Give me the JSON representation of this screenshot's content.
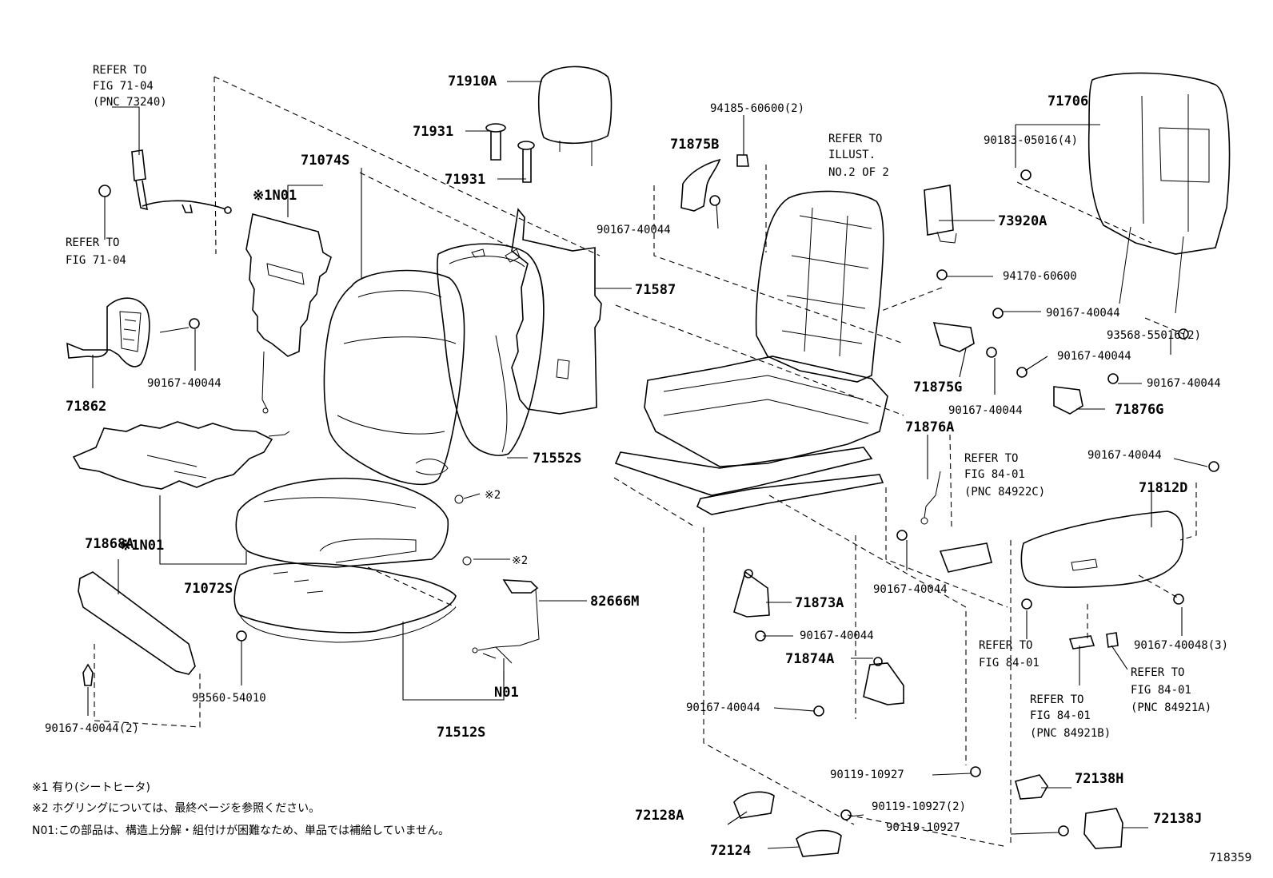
{
  "diagram": {
    "labels": {
      "p71910A": "71910A",
      "p71931a": "71931",
      "p71931b": "71931",
      "p71074S": "71074S",
      "p71587": "71587",
      "p71552S": "71552S",
      "p71862": "71862",
      "p90167_40044_a": "90167-40044",
      "p71868A": "71868A",
      "p71072S": "71072S",
      "p82666M": "82666M",
      "p93560_54010": "93560-54010",
      "p90167_40044_2": "90167-40044(2)",
      "p71512S": "71512S",
      "pN01_harness": "N01",
      "p94185_60600": "94185-60600(2)",
      "p71875B": "71875B",
      "p90167_40044_b": "90167-40044",
      "p71706": "71706",
      "p90183_05016": "90183-05016(4)",
      "p73920A": "73920A",
      "p94170_60600": "94170-60600",
      "p90167_40044_c": "90167-40044",
      "p93568_55016": "93568-55016(2)",
      "p71875G": "71875G",
      "p90167_40044_d": "90167-40044",
      "p90167_40044_e": "90167-40044",
      "p90167_40044_f": "90167-40044",
      "p71876G": "71876G",
      "p71876A": "71876A",
      "p90167_40044_g": "90167-40044",
      "p71812D": "71812D",
      "p90167_40044_h": "90167-40044",
      "p90167_40048": "90167-40048(3)",
      "p71873A": "71873A",
      "p90167_40044_i": "90167-40044",
      "p71874A": "71874A",
      "p90167_40044_j": "90167-40044",
      "p90119_10927_a": "90119-10927",
      "p72138H": "72138H",
      "p72128A": "72128A",
      "p90119_10927_2": "90119-10927(2)",
      "p90119_10927_b": "90119-10927",
      "p72138J": "72138J",
      "p72124": "72124",
      "star1_n01_top": "※1N01",
      "star1_n01_bottom": "※1N01",
      "star2_a": "※2",
      "star2_b": "※2"
    },
    "refs": {
      "ref_top_left": [
        "REFER TO",
        "FIG 71-04",
        "(PNC 73240)"
      ],
      "ref_left": [
        "REFER TO",
        "FIG 71-04"
      ],
      "ref_illust": [
        "REFER TO",
        "ILLUST.",
        "NO.2 OF 2"
      ],
      "ref_84922C": [
        "REFER TO",
        "FIG 84-01",
        "(PNC 84922C)"
      ],
      "ref_84_01": [
        "REFER TO",
        "FIG 84-01"
      ],
      "ref_84921B": [
        "REFER TO",
        "FIG 84-01",
        "(PNC 84921B)"
      ],
      "ref_84921A": [
        "REFER TO",
        "FIG 84-01",
        "(PNC 84921A)"
      ]
    },
    "notes": [
      "※1 有り(シートヒータ)",
      "※2 ホグリングについては、最終ページを参照ください。",
      "N01:この部品は、構造上分解・組付けが困難なため、単品では補給していません。"
    ],
    "diagram_id": "718359"
  }
}
